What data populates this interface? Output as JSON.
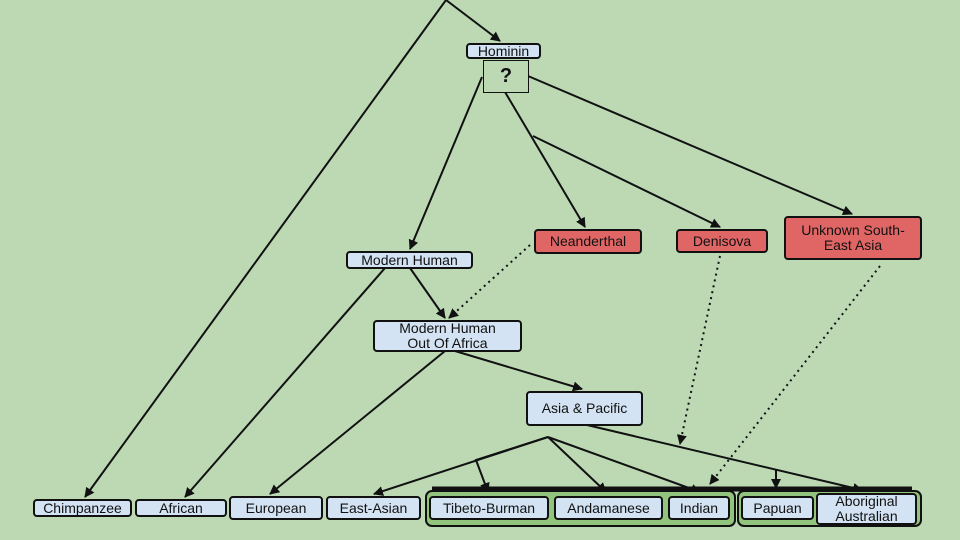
{
  "nodes": {
    "hominin": "Hominin",
    "unknown_marker": "?",
    "modern_human": "Modern  Human",
    "neanderthal": "Neanderthal",
    "denisova": "Denisova",
    "unknown_sea": "Unknown  South-East Asia",
    "out_of_africa": "Modern  Human Out Of Africa",
    "asia_pacific": "Asia & Pacific",
    "chimpanzee": "Chimpanzee",
    "african": "African",
    "european": "European",
    "east_asian": "East-Asian",
    "tibeto_burman": "Tibeto-Burman",
    "andamanese": "Andamanese",
    "indian": "Indian",
    "papuan": "Papuan",
    "aboriginal": "Aboriginal Australian"
  },
  "colors": {
    "background": "#bcd9b4",
    "node": "#d3e3f3",
    "archaic": "#e06666",
    "group": "#93c47d"
  }
}
